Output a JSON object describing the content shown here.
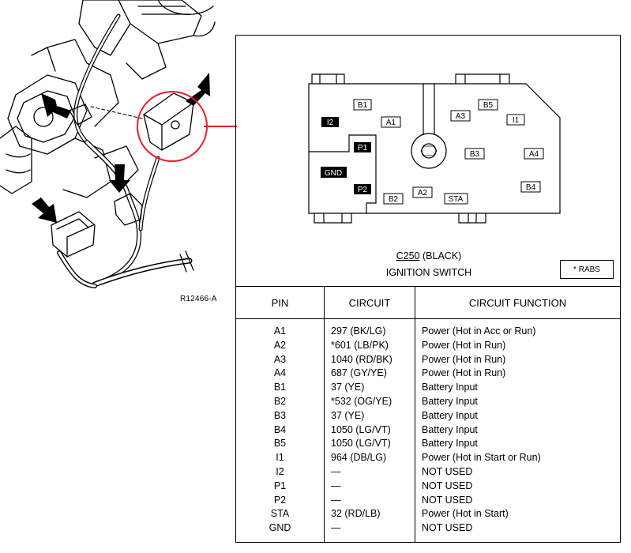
{
  "illustration": {
    "reference_code": "R12466-A"
  },
  "connector": {
    "id": "C250",
    "color": "(BLACK)",
    "description": "IGNITION SWITCH",
    "note": "* RABS",
    "pin_labels": {
      "B1": "B1",
      "I2": "I2",
      "A1": "A1",
      "P1": "P1",
      "GND": "GND",
      "P2": "P2",
      "B2": "B2",
      "A2": "A2",
      "STA": "STA",
      "A3": "A3",
      "B5": "B5",
      "I1": "I1",
      "B3": "B3",
      "A4": "A4",
      "B4": "B4"
    }
  },
  "table": {
    "headers": {
      "pin": "PIN",
      "circuit": "CIRCUIT",
      "function": "CIRCUIT FUNCTION"
    },
    "rows": [
      {
        "pin": "A1",
        "circuit": "297 (BK/LG)",
        "function": "Power (Hot in Acc or Run)"
      },
      {
        "pin": "A2",
        "circuit": "*601 (LB/PK)",
        "function": "Power (Hot in Run)"
      },
      {
        "pin": "A3",
        "circuit": "1040 (RD/BK)",
        "function": "Power (Hot in Run)"
      },
      {
        "pin": "A4",
        "circuit": "687 (GY/YE)",
        "function": "Power (Hot in Run)"
      },
      {
        "pin": "B1",
        "circuit": "37 (YE)",
        "function": "Battery Input"
      },
      {
        "pin": "B2",
        "circuit": "*532 (OG/YE)",
        "function": "Battery Input"
      },
      {
        "pin": "B3",
        "circuit": "37 (YE)",
        "function": "Battery Input"
      },
      {
        "pin": "B4",
        "circuit": "1050 (LG/VT)",
        "function": "Battery Input"
      },
      {
        "pin": "B5",
        "circuit": "1050 (LG/VT)",
        "function": "Battery Input"
      },
      {
        "pin": "I1",
        "circuit": "964 (DB/LG)",
        "function": "Power (Hot in Start or Run)"
      },
      {
        "pin": "I2",
        "circuit": "—",
        "function": "NOT USED"
      },
      {
        "pin": "P1",
        "circuit": "—",
        "function": "NOT USED"
      },
      {
        "pin": "P2",
        "circuit": "—",
        "function": "NOT USED"
      },
      {
        "pin": "STA",
        "circuit": "32 (RD/LB)",
        "function": "Power (Hot in Start)"
      },
      {
        "pin": "GND",
        "circuit": "—",
        "function": "NOT USED"
      }
    ]
  },
  "colors": {
    "highlight_circle": "#e8202a",
    "ink": "#000000"
  }
}
